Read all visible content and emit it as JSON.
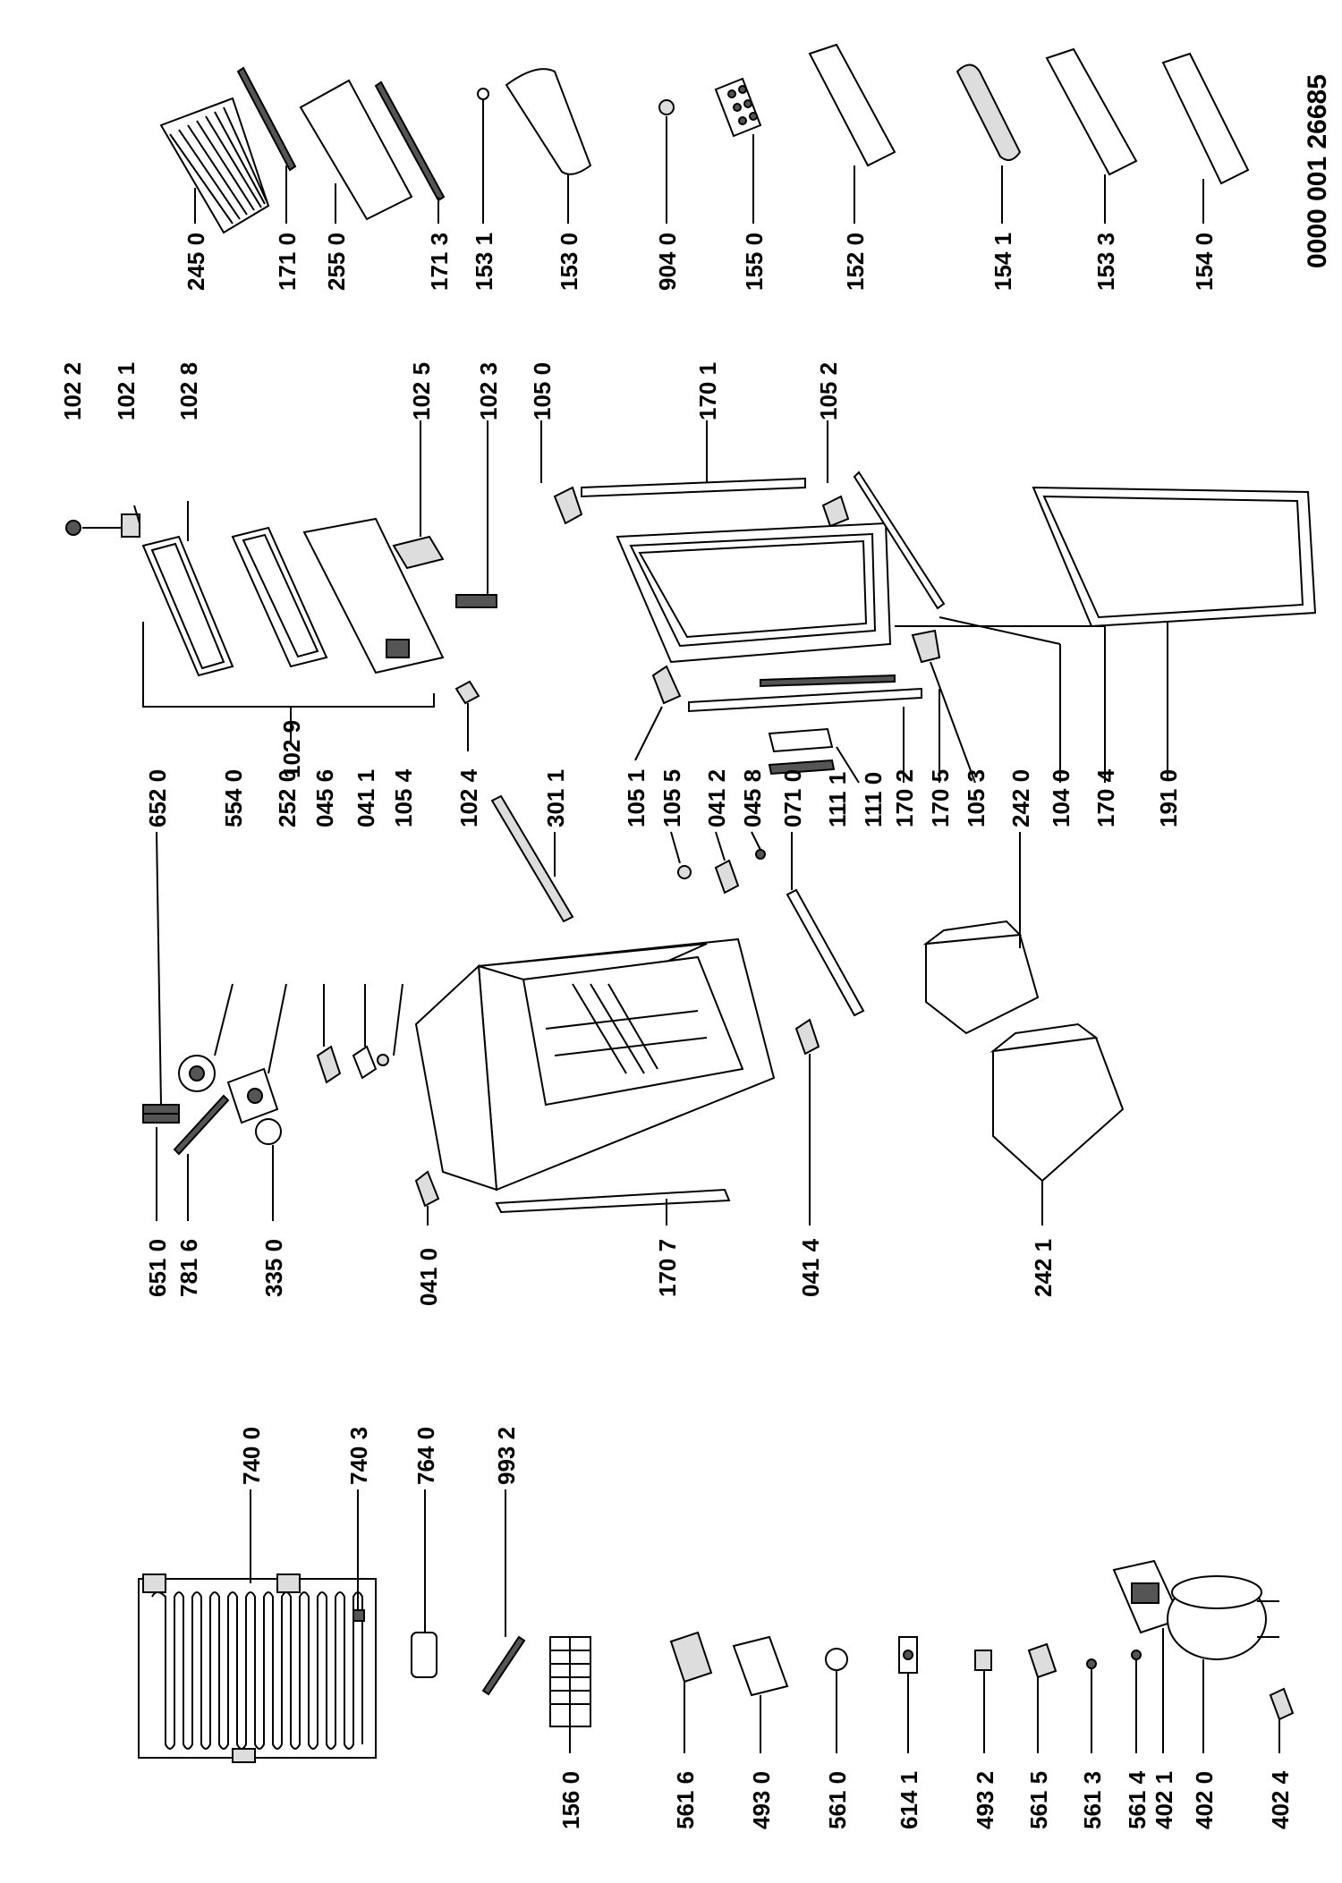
{
  "document_number": "0000 001 26685",
  "labels": [
    {
      "id": "245_0",
      "text": "245 0"
    },
    {
      "id": "171_0",
      "text": "171 0"
    },
    {
      "id": "255_0",
      "text": "255 0"
    },
    {
      "id": "171_3",
      "text": "171 3"
    },
    {
      "id": "153_1",
      "text": "153 1"
    },
    {
      "id": "153_0",
      "text": "153 0"
    },
    {
      "id": "904_0",
      "text": "904 0"
    },
    {
      "id": "155_0",
      "text": "155 0"
    },
    {
      "id": "152_0",
      "text": "152 0"
    },
    {
      "id": "154_1",
      "text": "154 1"
    },
    {
      "id": "153_3",
      "text": "153 3"
    },
    {
      "id": "154_0",
      "text": "154 0"
    },
    {
      "id": "102_2",
      "text": "102 2"
    },
    {
      "id": "102_1",
      "text": "102 1"
    },
    {
      "id": "102_8",
      "text": "102 8"
    },
    {
      "id": "102_5",
      "text": "102 5"
    },
    {
      "id": "102_3",
      "text": "102 3"
    },
    {
      "id": "105_0",
      "text": "105 0"
    },
    {
      "id": "170_1",
      "text": "170 1"
    },
    {
      "id": "105_2",
      "text": "105 2"
    },
    {
      "id": "652_0",
      "text": "652 0"
    },
    {
      "id": "554_0",
      "text": "554 0"
    },
    {
      "id": "252_0",
      "text": "252 0"
    },
    {
      "id": "045_6",
      "text": "045 6"
    },
    {
      "id": "041_1",
      "text": "041 1"
    },
    {
      "id": "105_4",
      "text": "105 4"
    },
    {
      "id": "102_4",
      "text": "102 4"
    },
    {
      "id": "301_1",
      "text": "301 1"
    },
    {
      "id": "102_9",
      "text": "102 9"
    },
    {
      "id": "105_1",
      "text": "105 1"
    },
    {
      "id": "105_5",
      "text": "105 5"
    },
    {
      "id": "041_2",
      "text": "041 2"
    },
    {
      "id": "045_8",
      "text": "045 8"
    },
    {
      "id": "071_0",
      "text": "071 0"
    },
    {
      "id": "111_1",
      "text": "111 1"
    },
    {
      "id": "111_0",
      "text": "111 0"
    },
    {
      "id": "170_2",
      "text": "170 2"
    },
    {
      "id": "170_5",
      "text": "170 5"
    },
    {
      "id": "105_3",
      "text": "105 3"
    },
    {
      "id": "242_0",
      "text": "242 0"
    },
    {
      "id": "104_0",
      "text": "104 0"
    },
    {
      "id": "170_4",
      "text": "170 4"
    },
    {
      "id": "191_0",
      "text": "191 0"
    },
    {
      "id": "651_0",
      "text": "651 0"
    },
    {
      "id": "781_6",
      "text": "781 6"
    },
    {
      "id": "335_0",
      "text": "335 0"
    },
    {
      "id": "041_0",
      "text": "041 0"
    },
    {
      "id": "170_7",
      "text": "170 7"
    },
    {
      "id": "041_4",
      "text": "041 4"
    },
    {
      "id": "242_1",
      "text": "242 1"
    },
    {
      "id": "740_0",
      "text": "740 0"
    },
    {
      "id": "740_3",
      "text": "740 3"
    },
    {
      "id": "764_0",
      "text": "764 0"
    },
    {
      "id": "993_2",
      "text": "993 2"
    },
    {
      "id": "156_0",
      "text": "156 0"
    },
    {
      "id": "561_6",
      "text": "561 6"
    },
    {
      "id": "493_0",
      "text": "493 0"
    },
    {
      "id": "561_0",
      "text": "561 0"
    },
    {
      "id": "614_1",
      "text": "614 1"
    },
    {
      "id": "493_2",
      "text": "493 2"
    },
    {
      "id": "561_5",
      "text": "561 5"
    },
    {
      "id": "561_3",
      "text": "561 3"
    },
    {
      "id": "561_4",
      "text": "561 4"
    },
    {
      "id": "402_1",
      "text": "402 1"
    },
    {
      "id": "402_0",
      "text": "402 0"
    },
    {
      "id": "402_4",
      "text": "402 4"
    }
  ]
}
